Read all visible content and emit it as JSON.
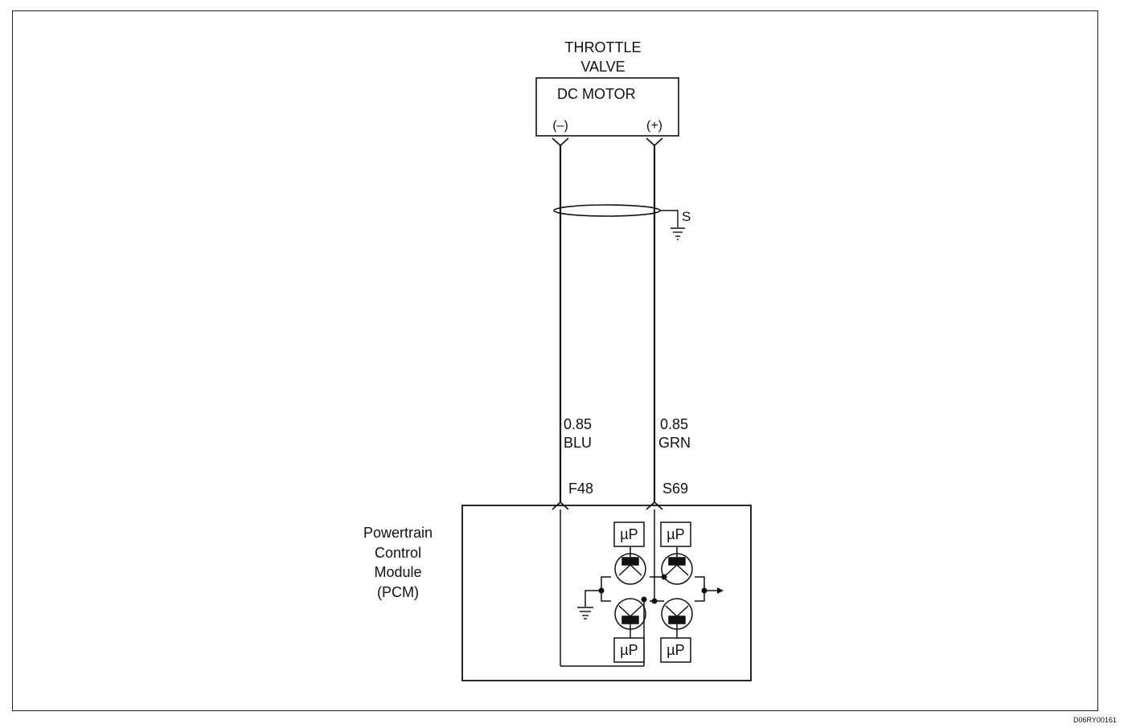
{
  "component": {
    "title_line1": "THROTTLE",
    "title_line2": "VALVE",
    "motor_label": "DC MOTOR",
    "neg_terminal": "(–)",
    "pos_terminal": "(+)"
  },
  "shield_label": "S",
  "wires": [
    {
      "gauge": "0.85",
      "color_code": "BLU",
      "pin": "F48"
    },
    {
      "gauge": "0.85",
      "color_code": "GRN",
      "pin": "S69"
    }
  ],
  "module": {
    "line1": "Powertrain",
    "line2": "Control",
    "line3": "Module",
    "line4": "(PCM)",
    "processor_label": "µP"
  },
  "figure_code": "D06RY00161"
}
